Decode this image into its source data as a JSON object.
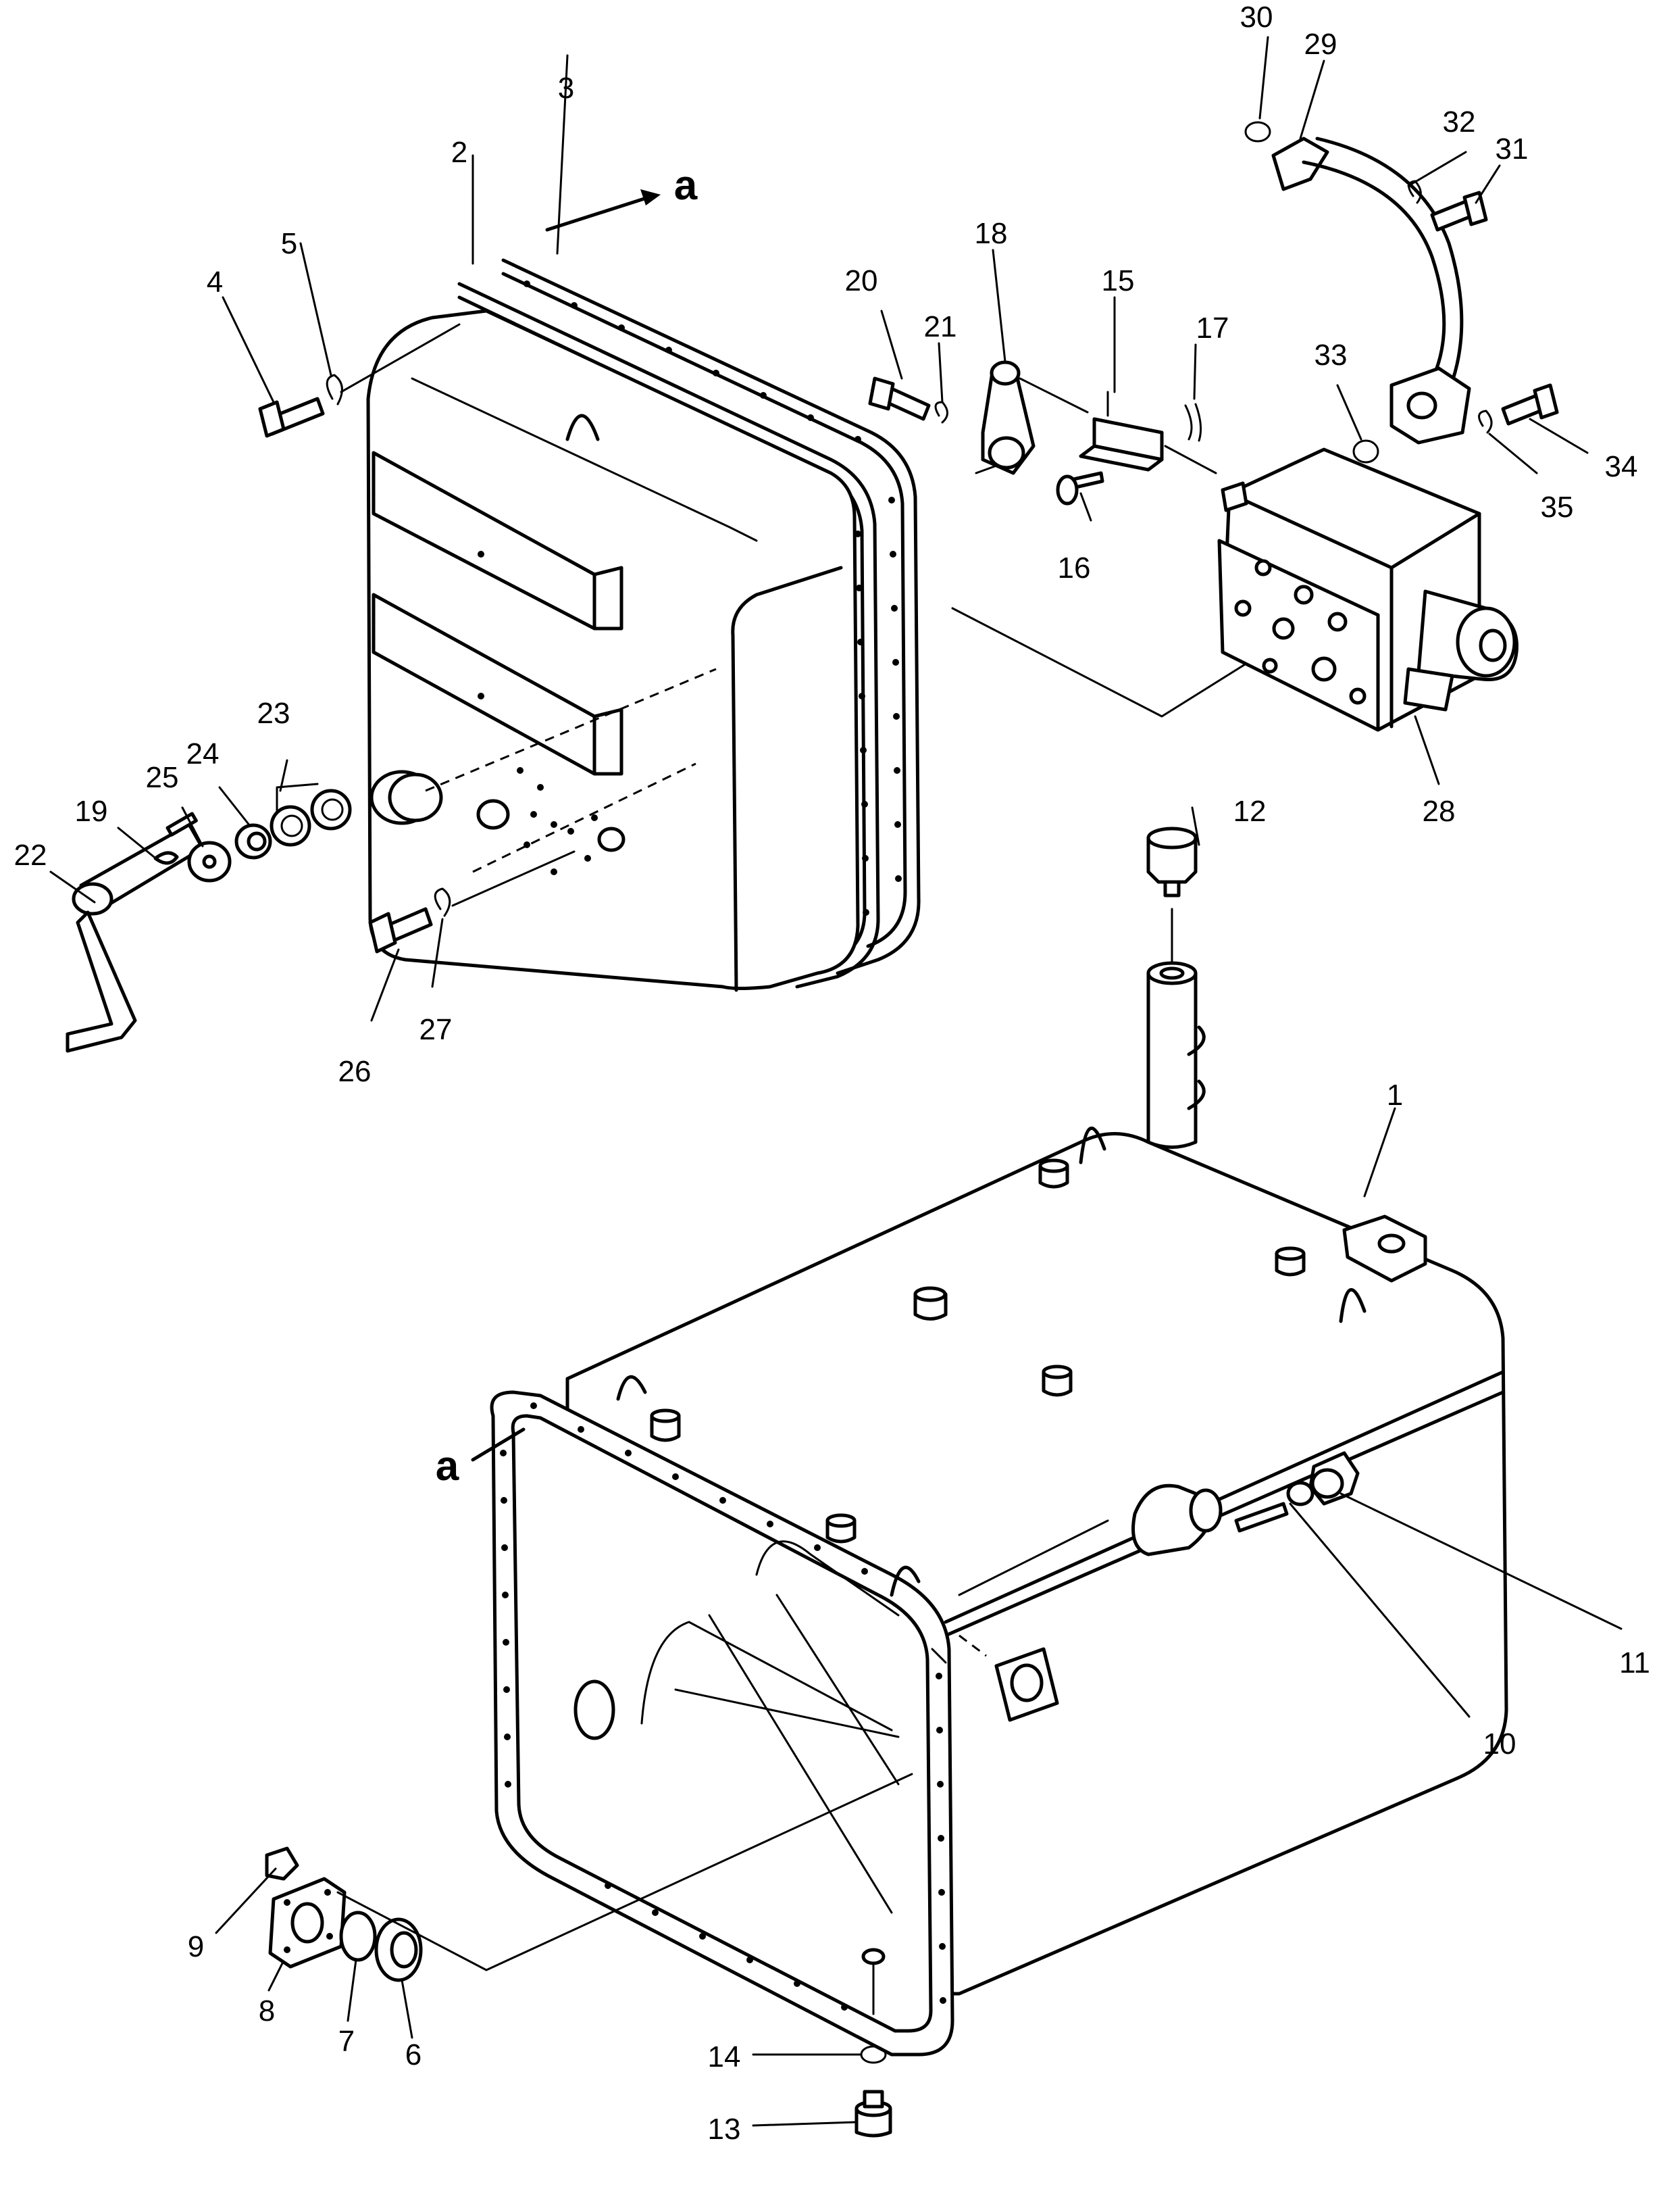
{
  "callouts": {
    "n1": "1",
    "n2": "2",
    "n3": "3",
    "n4": "4",
    "n5": "5",
    "n6": "6",
    "n7": "7",
    "n8": "8",
    "n9": "9",
    "n10": "10",
    "n11": "11",
    "n12": "12",
    "n13": "13",
    "n14": "14",
    "n15": "15",
    "n16": "16",
    "n17": "17",
    "n18": "18",
    "n19": "19",
    "n20": "20",
    "n21": "21",
    "n22": "22",
    "n23": "23",
    "n24": "24",
    "n25": "25",
    "n26": "26",
    "n27": "27",
    "n28": "28",
    "n29": "29",
    "n30": "30",
    "n31": "31",
    "n32": "32",
    "n33": "33",
    "n34": "34",
    "n35": "35"
  },
  "section_marks": {
    "top": "a",
    "bottom": "a"
  }
}
